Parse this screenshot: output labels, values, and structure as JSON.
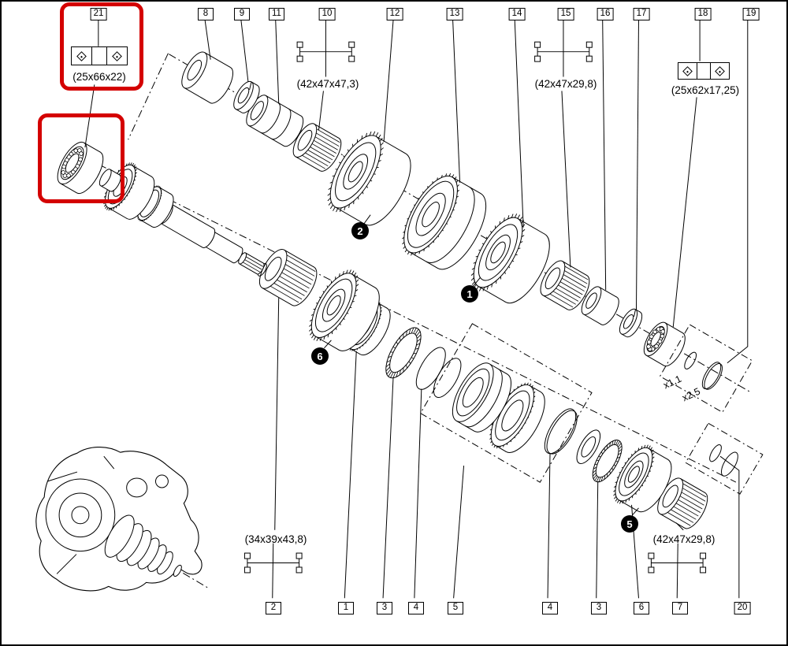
{
  "colors": {
    "highlight_red": "#d40000",
    "line": "#000000",
    "background": "#ffffff"
  },
  "top_callouts": [
    {
      "label": "21"
    },
    {
      "label": "8"
    },
    {
      "label": "9"
    },
    {
      "label": "11"
    },
    {
      "label": "10"
    },
    {
      "label": "12"
    },
    {
      "label": "13"
    },
    {
      "label": "14"
    },
    {
      "label": "15"
    },
    {
      "label": "16"
    },
    {
      "label": "17"
    },
    {
      "label": "18"
    },
    {
      "label": "19"
    }
  ],
  "bottom_callouts": [
    {
      "label": "2"
    },
    {
      "label": "1"
    },
    {
      "label": "3"
    },
    {
      "label": "4"
    },
    {
      "label": "5"
    },
    {
      "label": "4"
    },
    {
      "label": "3"
    },
    {
      "label": "6"
    },
    {
      "label": "7"
    },
    {
      "label": "20"
    }
  ],
  "dimensions": {
    "item21": "(25x66x22)",
    "item10": "(42x47x47,3)",
    "item15": "(42x47x29,8)",
    "item18": "(25x62x17,25)",
    "item2": "(34x39x43,8)",
    "item7": "(42x47x29,8)"
  },
  "inline_labels": {
    "washer_thickness_1": "x1,1",
    "washer_thickness_2": "x2,5"
  },
  "circled_markers": [
    {
      "label": "2"
    },
    {
      "label": "1"
    },
    {
      "label": "6"
    },
    {
      "label": "5"
    }
  ],
  "icons": {
    "seal_symbol": "diamond-icon"
  }
}
